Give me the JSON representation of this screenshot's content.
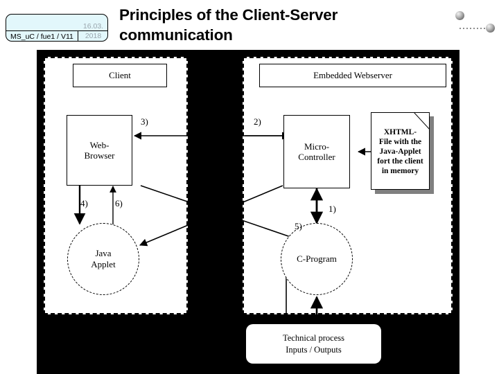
{
  "header": {
    "stamp_id": "MS_uC / fue1 / V11",
    "stamp_date_top": "16.03.",
    "stamp_date_bottom": "2018",
    "title": "Principles of the Client-Server communication",
    "stamp_bg": "#e2f7fb",
    "stamp_date_color": "#9aa6ad"
  },
  "decor": {
    "sphere_upper": "sphere-icon",
    "sphere_lower": "sphere-icon",
    "dotted_connector": "dotted-line-icon"
  },
  "diagram": {
    "background": "#000000",
    "panels": [
      {
        "id": "client",
        "label": "Client"
      },
      {
        "id": "server",
        "label": "Embedded Webserver"
      }
    ],
    "nodes": {
      "client_title": "Client",
      "web_browser": "Web-\nBrowser",
      "web_browser_line1": "Web-",
      "web_browser_line2": "Browser",
      "java_applet_line1": "Java",
      "java_applet_line2": "Applet",
      "embedded_webserver": "Embedded Webserver",
      "micro_controller_line1": "Micro-",
      "micro_controller_line2": "Controller",
      "c_program": "C-Program",
      "technical_process_line1": "Technical process",
      "technical_process_line2": "Inputs / Outputs"
    },
    "document": {
      "line1": "XHTML-",
      "line2": "File with the",
      "line3": "Java-Applet",
      "line4": "fort the client",
      "line5": "in memory"
    },
    "connector_labels": {
      "one": "1)",
      "two": "2)",
      "three": "3)",
      "four": "4)",
      "five": "5)",
      "six": "6)"
    }
  }
}
